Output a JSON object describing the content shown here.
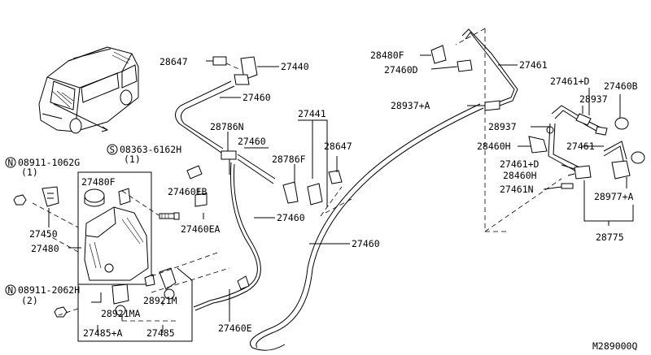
{
  "diagram_id": "M289000Q",
  "labels": {
    "p28647a": "28647",
    "p27440": "27440",
    "p27460a": "27460",
    "p28786N": "28786N",
    "p27460b": "27460",
    "p27441": "27441",
    "p28786F": "28786F",
    "p28647b": "28647",
    "p27460EB": "27460EB",
    "p27460EA": "27460EA",
    "p27460c": "27460",
    "p27460d": "27460",
    "p27460E": "27460E",
    "p28480F": "28480F",
    "p27460D": "27460D",
    "p27461a": "27461",
    "p28937A": "28937+A",
    "p27461D1": "27461+D",
    "p27460B": "27460B",
    "p28937": "28937",
    "p28937b": "28937",
    "p28460H1": "28460H",
    "p27461b": "27461",
    "p27461D2": "27461+D",
    "p28460H2": "28460H",
    "p27461N": "27461N",
    "p28977A": "28977+A",
    "p28775": "28775",
    "n08911_1062G": "08911-1062G",
    "n08911_1062G_qty": "(1)",
    "s08363_6162H": "08363-6162H",
    "s08363_6162H_qty": "(1)",
    "p27480F": "27480F",
    "p27450": "27450",
    "p27480": "27480",
    "n08911_2062H": "08911-2062H",
    "n08911_2062H_qty": "(2)",
    "p28921MA": "28921MA",
    "p28921M": "28921M",
    "p27485A": "27485+A",
    "p27485": "27485",
    "n_symbol": "N",
    "s_symbol": "S"
  }
}
